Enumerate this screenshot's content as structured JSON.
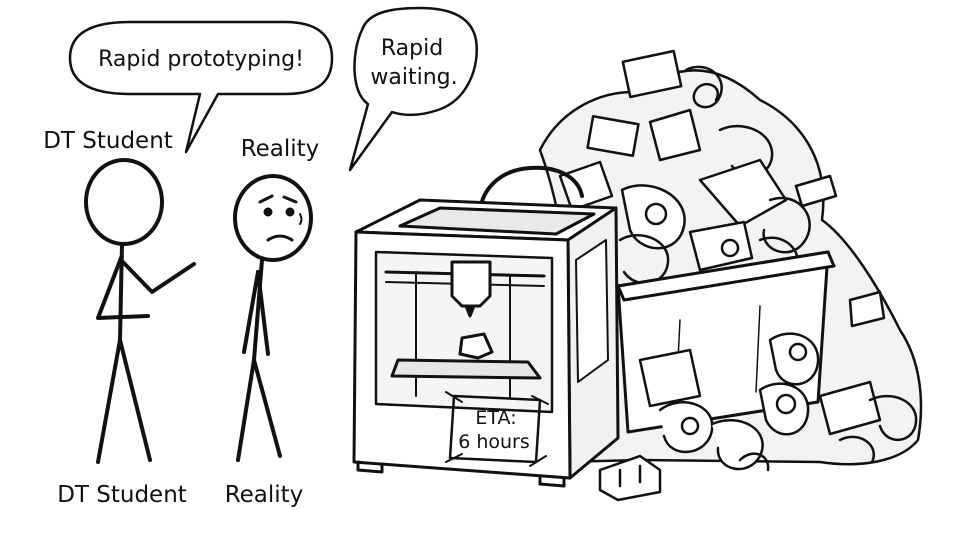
{
  "comic": {
    "bubble_left": "Rapid prototyping!",
    "bubble_right_line1": "Rapid",
    "bubble_right_line2": "waiting.",
    "label_student_top": "DT Student",
    "label_reality_top": "Reality",
    "label_student_bottom": "DT Student",
    "label_reality_bottom": "Reality",
    "eta_line1": "ETA:",
    "eta_line2": "6 hours"
  }
}
